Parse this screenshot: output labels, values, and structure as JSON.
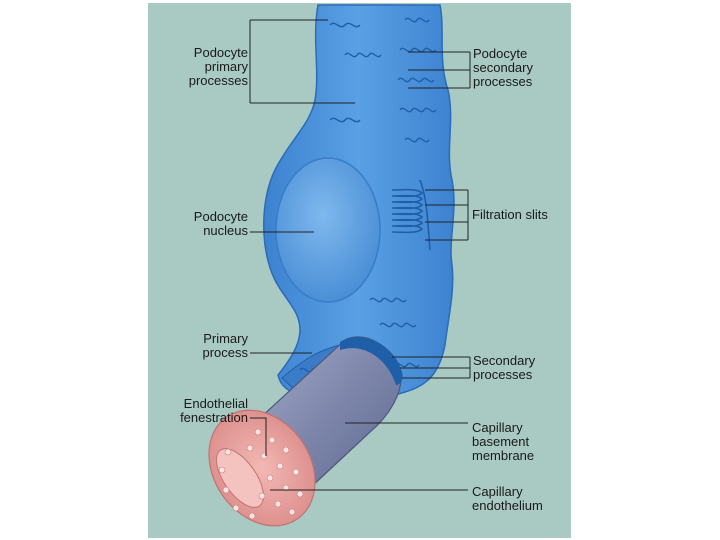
{
  "labels": {
    "primary_processes": "Podocyte\nprimary\nprocesses",
    "secondary_processes_top": "Podocyte\nsecondary\nprocesses",
    "filtration_slits": "Filtration slits",
    "nucleus": "Podocyte\nnucleus",
    "primary_process": "Primary\nprocess",
    "secondary_processes_bottom": "Secondary\nprocesses",
    "endothelial_fenestration": "Endothelial\nfenestration",
    "basement_membrane": "Capillary\nbasement\nmembrane",
    "capillary_endothelium": "Capillary\nendothelium"
  },
  "colors": {
    "background_panel": "#a9c9c3",
    "podocyte": "#4a90d8",
    "podocyte_dark": "#1f5fa8",
    "nucleus": "#6aa8e6",
    "capillary_membrane": "#8a93b5",
    "endothelium": "#e8a0a0"
  }
}
